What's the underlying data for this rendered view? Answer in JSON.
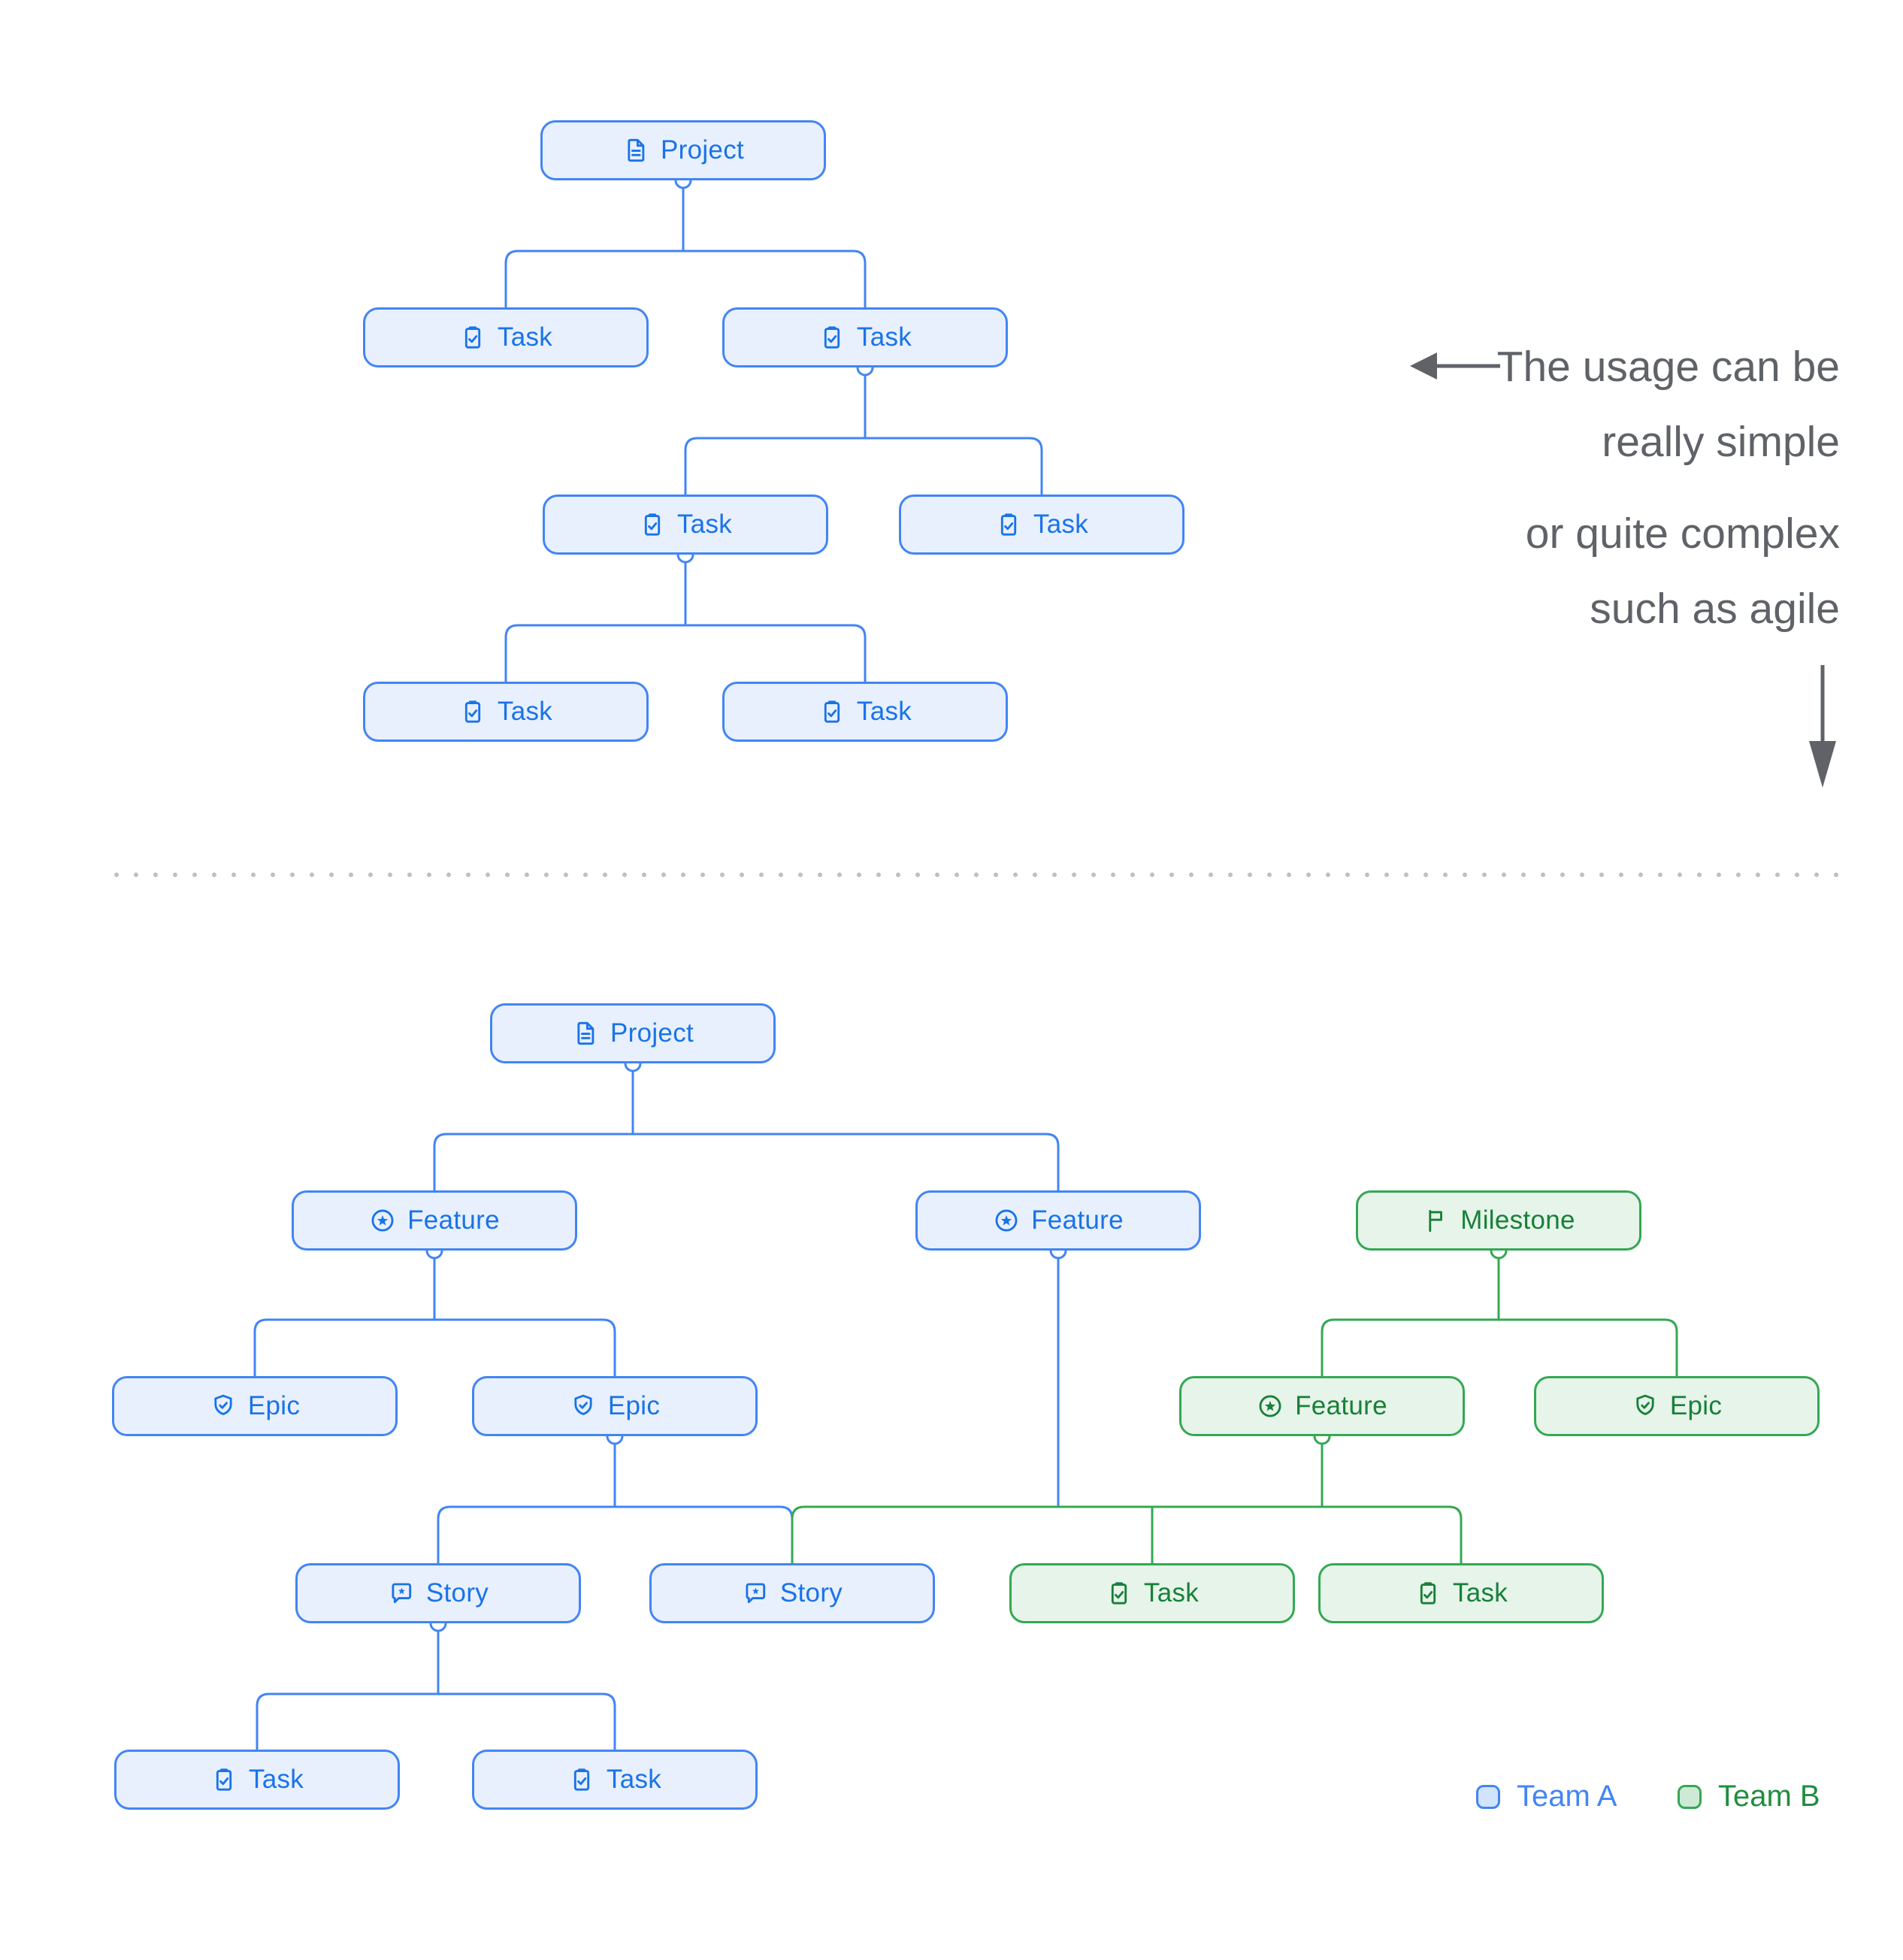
{
  "annotation": {
    "line1": "The usage can be",
    "line2": "really simple",
    "line3": "or quite complex",
    "line4": "such as agile"
  },
  "legend": {
    "team_a": "Team A",
    "team_b": "Team B"
  },
  "colors": {
    "team_a_border": "#4285F4",
    "team_a_fill": "#E8F0FE",
    "team_a_text": "#1A73E8",
    "team_b_border": "#34A853",
    "team_b_fill": "#E6F4EA",
    "team_b_text": "#188038",
    "annotation_text": "#5F6368",
    "divider_dots": "#BDC1C6"
  },
  "icons": {
    "project": "document-icon",
    "task": "clipboard-check-icon",
    "feature": "star-circle-icon",
    "epic": "shield-check-icon",
    "story": "story-bubble-star-icon",
    "milestone": "flag-icon"
  },
  "trees": {
    "simple": {
      "root": {
        "type": "project",
        "label": "Project",
        "team": "a",
        "children": [
          {
            "type": "task",
            "label": "Task",
            "team": "a"
          },
          {
            "type": "task",
            "label": "Task",
            "team": "a",
            "children": [
              {
                "type": "task",
                "label": "Task",
                "team": "a",
                "children": [
                  {
                    "type": "task",
                    "label": "Task",
                    "team": "a"
                  },
                  {
                    "type": "task",
                    "label": "Task",
                    "team": "a"
                  }
                ]
              },
              {
                "type": "task",
                "label": "Task",
                "team": "a"
              }
            ]
          }
        ]
      }
    },
    "complex": {
      "root": {
        "type": "project",
        "label": "Project",
        "team": "a",
        "children": [
          {
            "type": "feature",
            "label": "Feature",
            "team": "a",
            "children": [
              {
                "type": "epic",
                "label": "Epic",
                "team": "a"
              },
              {
                "type": "epic",
                "label": "Epic",
                "team": "a",
                "children": [
                  {
                    "type": "story",
                    "label": "Story",
                    "team": "a",
                    "children": [
                      {
                        "type": "task",
                        "label": "Task",
                        "team": "a"
                      },
                      {
                        "type": "task",
                        "label": "Task",
                        "team": "a"
                      }
                    ]
                  },
                  {
                    "type": "story",
                    "label": "Story",
                    "team": "a"
                  }
                ]
              }
            ]
          },
          {
            "type": "feature",
            "label": "Feature",
            "team": "a"
          }
        ]
      },
      "milestone_root": {
        "type": "milestone",
        "label": "Milestone",
        "team": "b",
        "children": [
          {
            "type": "feature",
            "label": "Feature",
            "team": "b",
            "children": [
              {
                "type": "task",
                "label": "Task",
                "team": "b"
              },
              {
                "type": "task",
                "label": "Task",
                "team": "b"
              }
            ]
          },
          {
            "type": "epic",
            "label": "Epic",
            "team": "b"
          }
        ]
      }
    }
  }
}
